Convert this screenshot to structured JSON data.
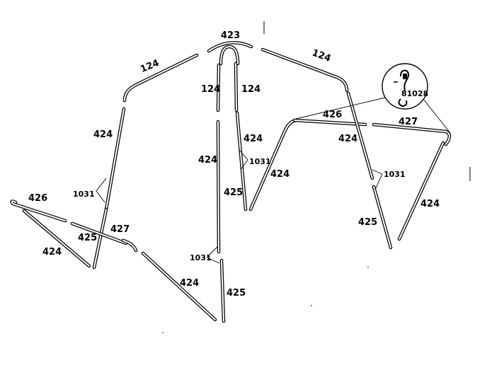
{
  "labels": {
    "top_hub": "423",
    "upper_left": "124",
    "upper_right": "124",
    "center_left": "124",
    "center_right": "124",
    "left_leg": "424",
    "left_connector": "1031",
    "left_spreader": "426",
    "left_brace": "427",
    "left_foot": "424",
    "left_lower": "425",
    "left_diagonal": "424",
    "center_upper_a": "424",
    "center_upper_b": "424",
    "center_connector_a": "1031",
    "center_lower_a": "425",
    "center_connector_b": "1031",
    "center_lower_b": "425",
    "center_right_leg": "424",
    "right_spreader": "426",
    "right_brace": "427",
    "right_upper": "424",
    "right_connector": "1031",
    "right_lower": "425",
    "right_leg": "424",
    "clip_detail": "81028"
  }
}
